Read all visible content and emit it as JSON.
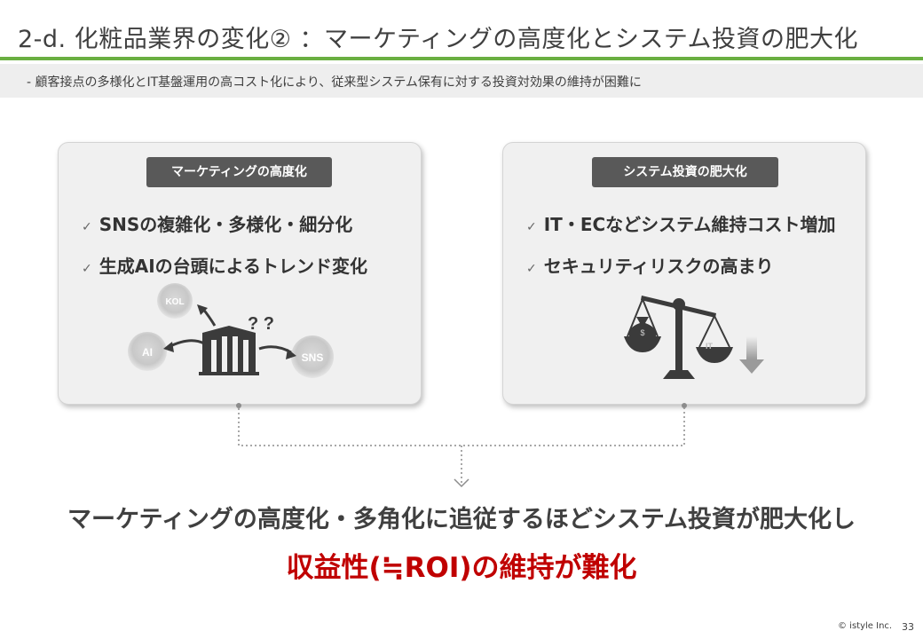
{
  "header": {
    "title": "2-d. 化粧品業界の変化② ：マーケティングの高度化とシステム投資の肥大化",
    "subtitle": "-  顧客接点の多様化とIT基盤運用の高コスト化により、従来型システム保有に対する投資対効果の維持が困難に"
  },
  "left_panel": {
    "tag": "マーケティングの高度化",
    "bullets": [
      "SNSの複雑化・多様化・細分化",
      "生成AIの台頭によるトレンド変化"
    ],
    "illustration": {
      "icons": [
        "building-icon",
        "curved-arrow-icon",
        "question-marks-icon"
      ],
      "bubbles": [
        "KOL",
        "AI",
        "SNS"
      ],
      "question_marks": "? ?"
    }
  },
  "right_panel": {
    "tag": "システム投資の肥大化",
    "bullets": [
      "IT・ECなどシステム維持コスト増加",
      "セキュリティリスクの高まり"
    ],
    "illustration": {
      "icons": [
        "balance-scale-icon",
        "money-bag-icon",
        "down-arrow-icon"
      ],
      "money_label": "$",
      "it_label": "IT"
    }
  },
  "check_mark": "✓",
  "conclusion": {
    "line1": "マーケティングの高度化・多角化に追従するほどシステム投資が肥大化し",
    "line2": "収益性(≒ROI)の維持が難化"
  },
  "footer": {
    "copyright": "© istyle Inc.",
    "page_number": "33"
  },
  "colors": {
    "accent_green": "#6aaf41",
    "highlight_red": "#c00000",
    "tag_gray": "#595959"
  }
}
